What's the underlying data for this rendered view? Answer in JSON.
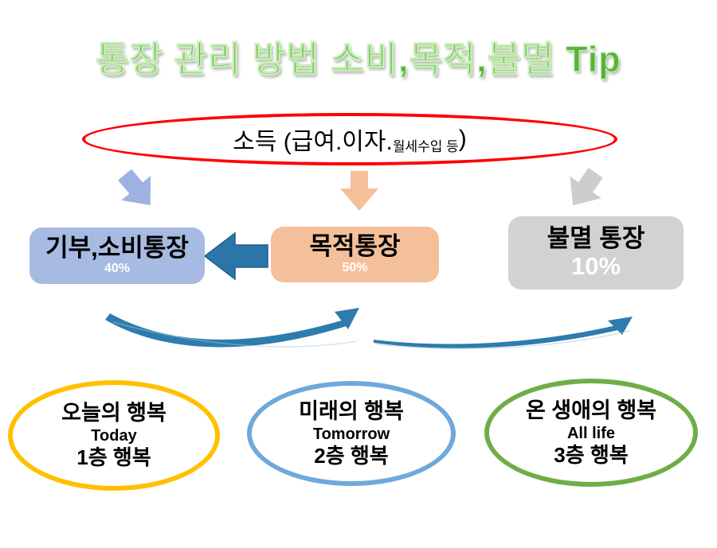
{
  "title": "통장 관리 방법 소비,목적,불멸 Tip",
  "income": {
    "text_main": "소득 (급여.이자.",
    "text_small": "월세수입 등",
    "text_close": ")"
  },
  "accounts": [
    {
      "name": "기부,소비통장",
      "percent": "40%",
      "color": "#a6bae2"
    },
    {
      "name": "목적통장",
      "percent": "50%",
      "color": "#f4c09a"
    },
    {
      "name": "불멸 통장",
      "percent": "10%",
      "color": "#d2d2d2"
    }
  ],
  "happiness": [
    {
      "line1": "오늘의 행복",
      "line2": "Today",
      "line3": "1층 행복",
      "color": "#ffc000"
    },
    {
      "line1": "미래의 행복",
      "line2": "Tomorrow",
      "line3": "2층 행복",
      "color": "#6fa8dc"
    },
    {
      "line1": "온 생애의 행복",
      "line2": "All life",
      "line3": "3층 행복",
      "color": "#70ad47"
    }
  ],
  "colors": {
    "title_green": "#56b437",
    "income_outline": "#ff0000",
    "arrow_down_left": "#9fb1e1",
    "arrow_down_mid": "#f4bf99",
    "arrow_down_right": "#cdcdcd",
    "transfer_arrow": "#2b76a9",
    "transfer_arrow_edge": "#1f5e8a",
    "swoosh": "#2d7cad",
    "swoosh_faint": "#a8c9dd"
  }
}
